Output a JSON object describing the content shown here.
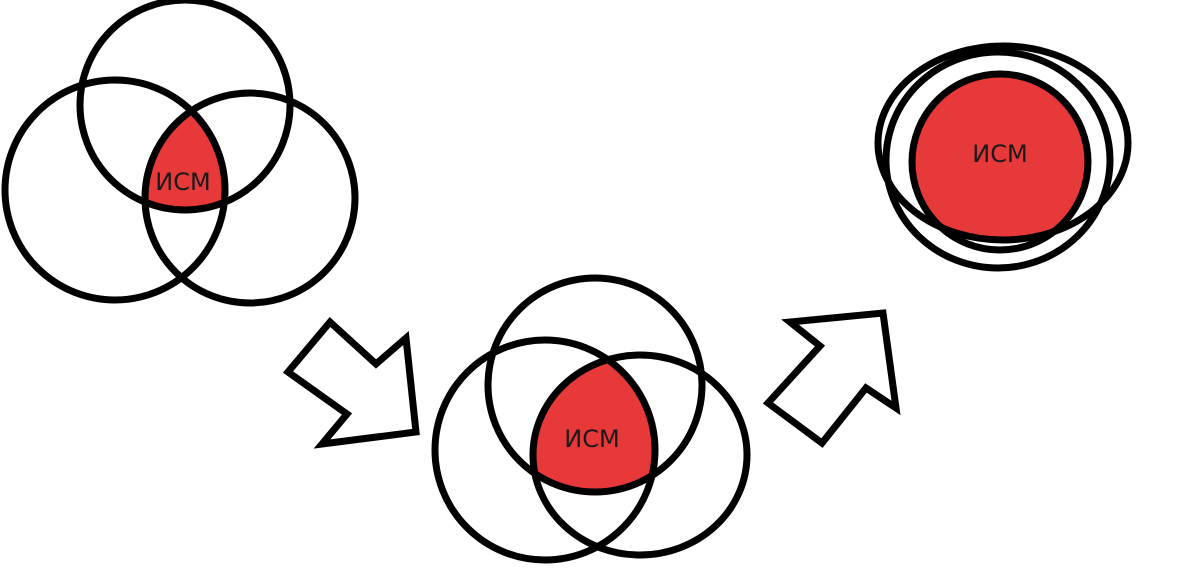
{
  "colors": {
    "background": "#ffffff",
    "outline": "#000000",
    "intersection": "#e8393a",
    "text": "#1a1a1a"
  },
  "diagrams": [
    {
      "label": "ИСМ"
    },
    {
      "label": "ИСМ"
    },
    {
      "label": "ИСМ"
    }
  ],
  "arrows": [
    {
      "icon": "arrow-down-right-icon"
    },
    {
      "icon": "arrow-up-right-icon"
    }
  ]
}
